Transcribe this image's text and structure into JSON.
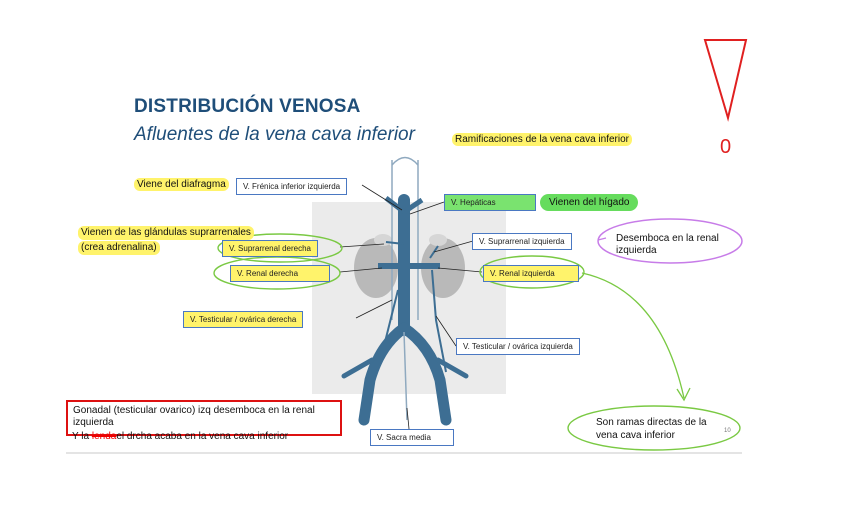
{
  "header": {
    "title": "DISTRIBUCIÓN VENOSA",
    "subtitle": "Afluentes de la vena cava inferior"
  },
  "highlights": {
    "ramificaciones": "Ramificaciones de la vena cava inferior",
    "diafragma": "Viene del diafragma",
    "glandulas_line1": "Vienen de las glándulas suprarrenales",
    "glandulas_line2": "(crea adrenalina)",
    "higado": "Vienen del hígado"
  },
  "labels": {
    "frenica": "V. Frénica inferior izquierda",
    "hepaticas": "V. Hepáticas",
    "suprarrenal_der": "V. Suprarrenal derecha",
    "suprarrenal_izq": "V. Suprarrenal izquierda",
    "renal_der": "V. Renal derecha",
    "renal_izq": "V. Renal izquierda",
    "testicular_der": "V. Testicular / ovárica derecha",
    "testicular_izq": "V. Testicular / ovárica izquierda",
    "sacra": "V. Sacra media"
  },
  "annotations": {
    "desemboca_renal": "Desemboca en la renal izquierda",
    "ramas_directas": "Son ramas directas de la vena cava inferior",
    "gonadal": "Gonadal (testicular ovarico) izq desemboca en la renal izquierda",
    "y_la": "Y la",
    "tachado": "lenda",
    "el_drcha": "el drcha acaba en la vena cava inferior",
    "mark": "0",
    "page_number": "10"
  },
  "colors": {
    "title": "#1f4e79",
    "highlight": "#fff36b",
    "vein": "#3d6e93",
    "green_ring": "#7ac943",
    "purple_ring": "#c77ce8",
    "red": "#d11111"
  }
}
